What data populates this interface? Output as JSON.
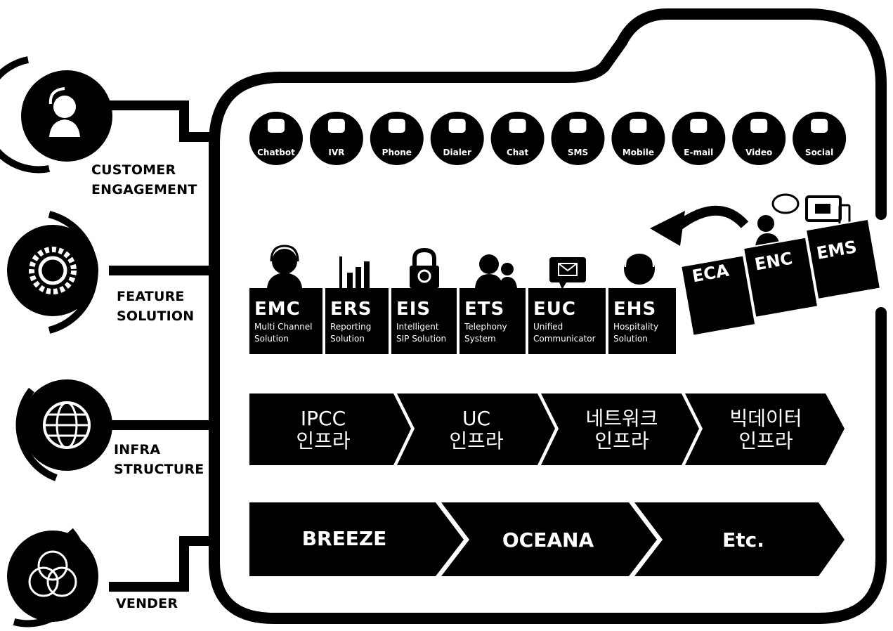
{
  "categories": [
    {
      "line1": "CUSTOMER",
      "line2": "ENGAGEMENT",
      "icon": "agent-headset-icon"
    },
    {
      "line1": "FEATURE",
      "line2": "SOLUTION",
      "icon": "gear-icon"
    },
    {
      "line1": "INFRA",
      "line2": "STRUCTURE",
      "icon": "globe-icon"
    },
    {
      "line1": "VENDER",
      "line2": "",
      "icon": "overlapping-circles-icon"
    }
  ],
  "channels": [
    {
      "label": "Chatbot",
      "icon": "robot-icon"
    },
    {
      "label": "IVR",
      "icon": "keypad-icon"
    },
    {
      "label": "Phone",
      "icon": "telephone-icon"
    },
    {
      "label": "Dialer",
      "icon": "phone-handset-icon"
    },
    {
      "label": "Chat",
      "icon": "chat-bubble-icon"
    },
    {
      "label": "SMS",
      "icon": "sms-phone-icon"
    },
    {
      "label": "Mobile",
      "icon": "mobile-icon"
    },
    {
      "label": "E-mail",
      "icon": "envelope-icon"
    },
    {
      "label": "Video",
      "icon": "video-camera-icon"
    },
    {
      "label": "Social",
      "icon": "social-network-icon"
    }
  ],
  "solutions": [
    {
      "code": "EMC",
      "line1": "Multi Channel",
      "line2": "Solution",
      "icon": "agent-headset-icon"
    },
    {
      "code": "ERS",
      "line1": "Reporting",
      "line2": "Solution",
      "icon": "bar-chart-icon"
    },
    {
      "code": "EIS",
      "line1": "Intelligent",
      "line2": "SIP Solution",
      "icon": "padlock-icon"
    },
    {
      "code": "ETS",
      "line1": "Telephony",
      "line2": "System",
      "icon": "people-icon"
    },
    {
      "code": "EUC",
      "line1": "Unified",
      "line2": "Communicator",
      "icon": "message-envelope-icon"
    },
    {
      "code": "EHS",
      "line1": "Hospitality",
      "line2": "Solution",
      "icon": "headset-icon"
    }
  ],
  "tilted_blocks": [
    {
      "code": "ECA"
    },
    {
      "code": "ENC"
    },
    {
      "code": "EMS"
    }
  ],
  "infra": [
    {
      "line1": "IPCC",
      "line2": "인프라"
    },
    {
      "line1": "UC",
      "line2": "인프라"
    },
    {
      "line1": "네트워크",
      "line2": "인프라"
    },
    {
      "line1": "빅데이터",
      "line2": "인프라"
    }
  ],
  "vendors": [
    {
      "label": "BREEZE"
    },
    {
      "label": "OCEANA"
    },
    {
      "label": "Etc."
    }
  ],
  "colors": {
    "ink": "#000000",
    "paper": "#ffffff"
  }
}
